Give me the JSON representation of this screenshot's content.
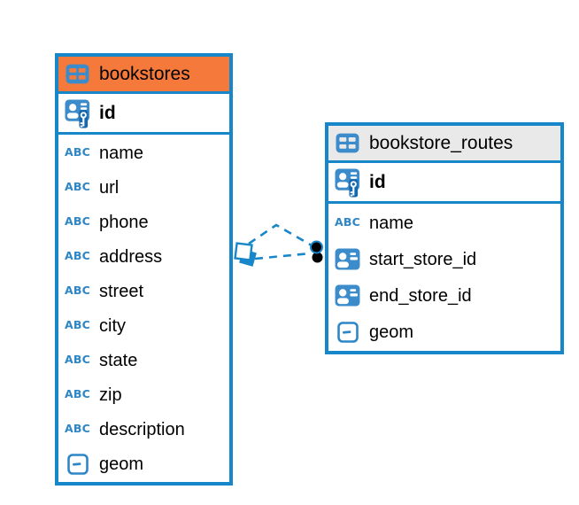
{
  "colors": {
    "accent": "#1787c9",
    "selected_header_bg": "#f5793b",
    "header_bg": "#e9e9e9",
    "icon_blue": "#3c8ccb",
    "icon_outline_blue": "#2e86c6",
    "icon_dark_blue": "#1568ad",
    "marker_dot": "#000000",
    "text": "#000000",
    "canvas_bg": "#ffffff"
  },
  "icons": {
    "text_label": "ABC"
  },
  "diagram": {
    "tables": [
      {
        "name": "bookstores",
        "selected": true,
        "primary_columns": [
          {
            "name": "id",
            "icon": "pk",
            "bold": true
          }
        ],
        "columns": [
          {
            "name": "name",
            "icon": "text"
          },
          {
            "name": "url",
            "icon": "text"
          },
          {
            "name": "phone",
            "icon": "text"
          },
          {
            "name": "address",
            "icon": "text"
          },
          {
            "name": "street",
            "icon": "text"
          },
          {
            "name": "city",
            "icon": "text"
          },
          {
            "name": "state",
            "icon": "text"
          },
          {
            "name": "zip",
            "icon": "text"
          },
          {
            "name": "description",
            "icon": "text"
          },
          {
            "name": "geom",
            "icon": "geometry"
          }
        ]
      },
      {
        "name": "bookstore_routes",
        "selected": false,
        "primary_columns": [
          {
            "name": "id",
            "icon": "pk",
            "bold": true
          }
        ],
        "columns": [
          {
            "name": "name",
            "icon": "text"
          },
          {
            "name": "start_store_id",
            "icon": "ref"
          },
          {
            "name": "end_store_id",
            "icon": "ref"
          },
          {
            "name": "geom",
            "icon": "geometry"
          }
        ]
      }
    ],
    "connections": [
      {
        "id": "connection-1",
        "style": "dashed"
      },
      {
        "id": "connection-2",
        "style": "dashed"
      }
    ]
  }
}
